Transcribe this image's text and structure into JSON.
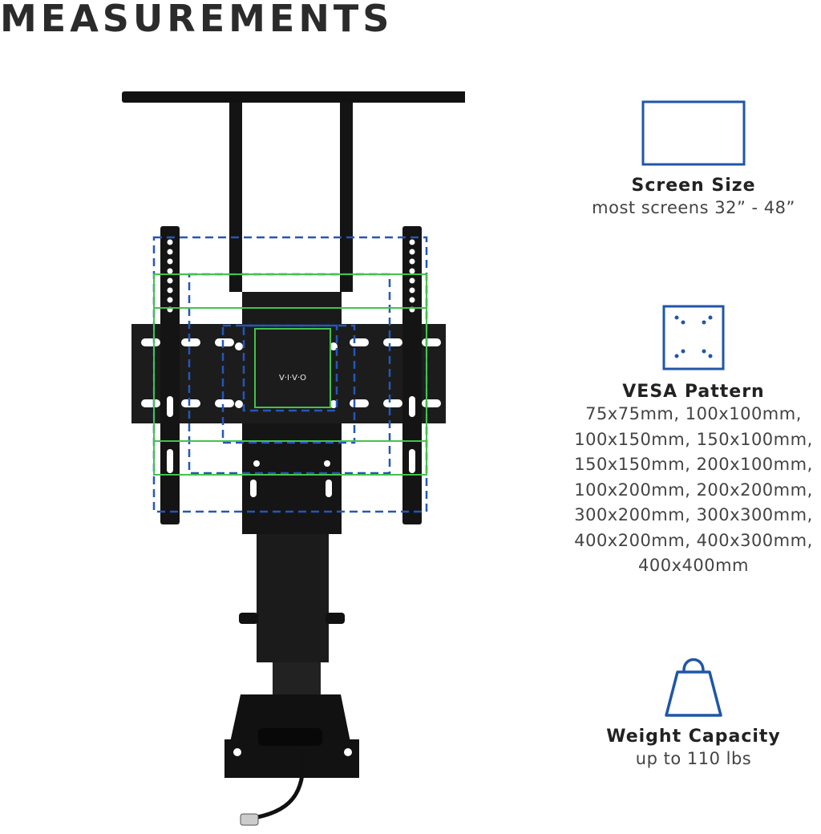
{
  "page": {
    "title": "MEASUREMENTS",
    "brand": "V·I·V·O"
  },
  "specs": {
    "screen_size": {
      "icon": "monitor-outline-icon",
      "label": "Screen Size",
      "value": "most screens 32” - 48”"
    },
    "vesa_pattern": {
      "icon": "vesa-square-icon",
      "label": "VESA Pattern",
      "lines": [
        "75x75mm, 100x100mm,",
        "100x150mm, 150x100mm,",
        "150x150mm, 200x100mm,",
        "100x200mm, 200x200mm,",
        "300x200mm, 300x300mm,",
        "400x200mm, 400x300mm,",
        "400x400mm"
      ]
    },
    "weight_capacity": {
      "icon": "weight-icon",
      "label": "Weight Capacity",
      "value": "up to 110 lbs"
    }
  },
  "colors": {
    "accent_blue": "#1f56a8",
    "vesa_dash_blue": "#2457b8",
    "vesa_green": "#41c44a",
    "metal_black": "#111111"
  }
}
